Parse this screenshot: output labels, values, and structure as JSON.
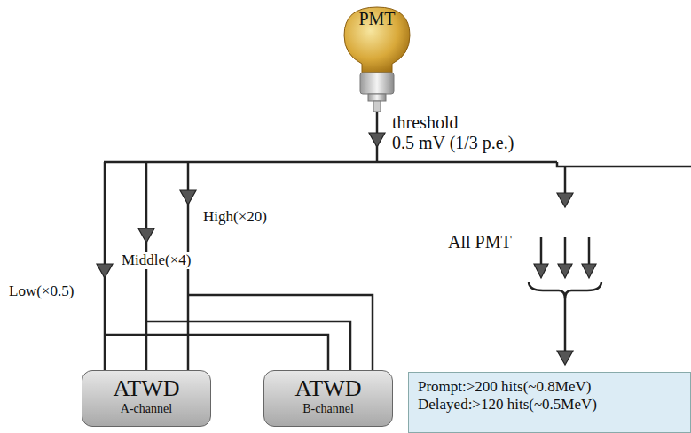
{
  "diagram": {
    "nodes": [
      {
        "text": [
          "ATWD",
          "A-channel"
        ]
      },
      {
        "text": [
          "ATWD",
          "B-channel"
        ]
      },
      {
        "text": [
          "Prompt:>200 hits(~0.8MeV)",
          "Delayed:>120 hits(~0.5MeV)"
        ]
      }
    ],
    "labels": [
      "PMT",
      "threshold",
      "0.5 mV (1/3 p.e.)",
      "High(×20)",
      "Middle(×4)",
      "Low(×0.5)",
      "All PMT"
    ]
  }
}
